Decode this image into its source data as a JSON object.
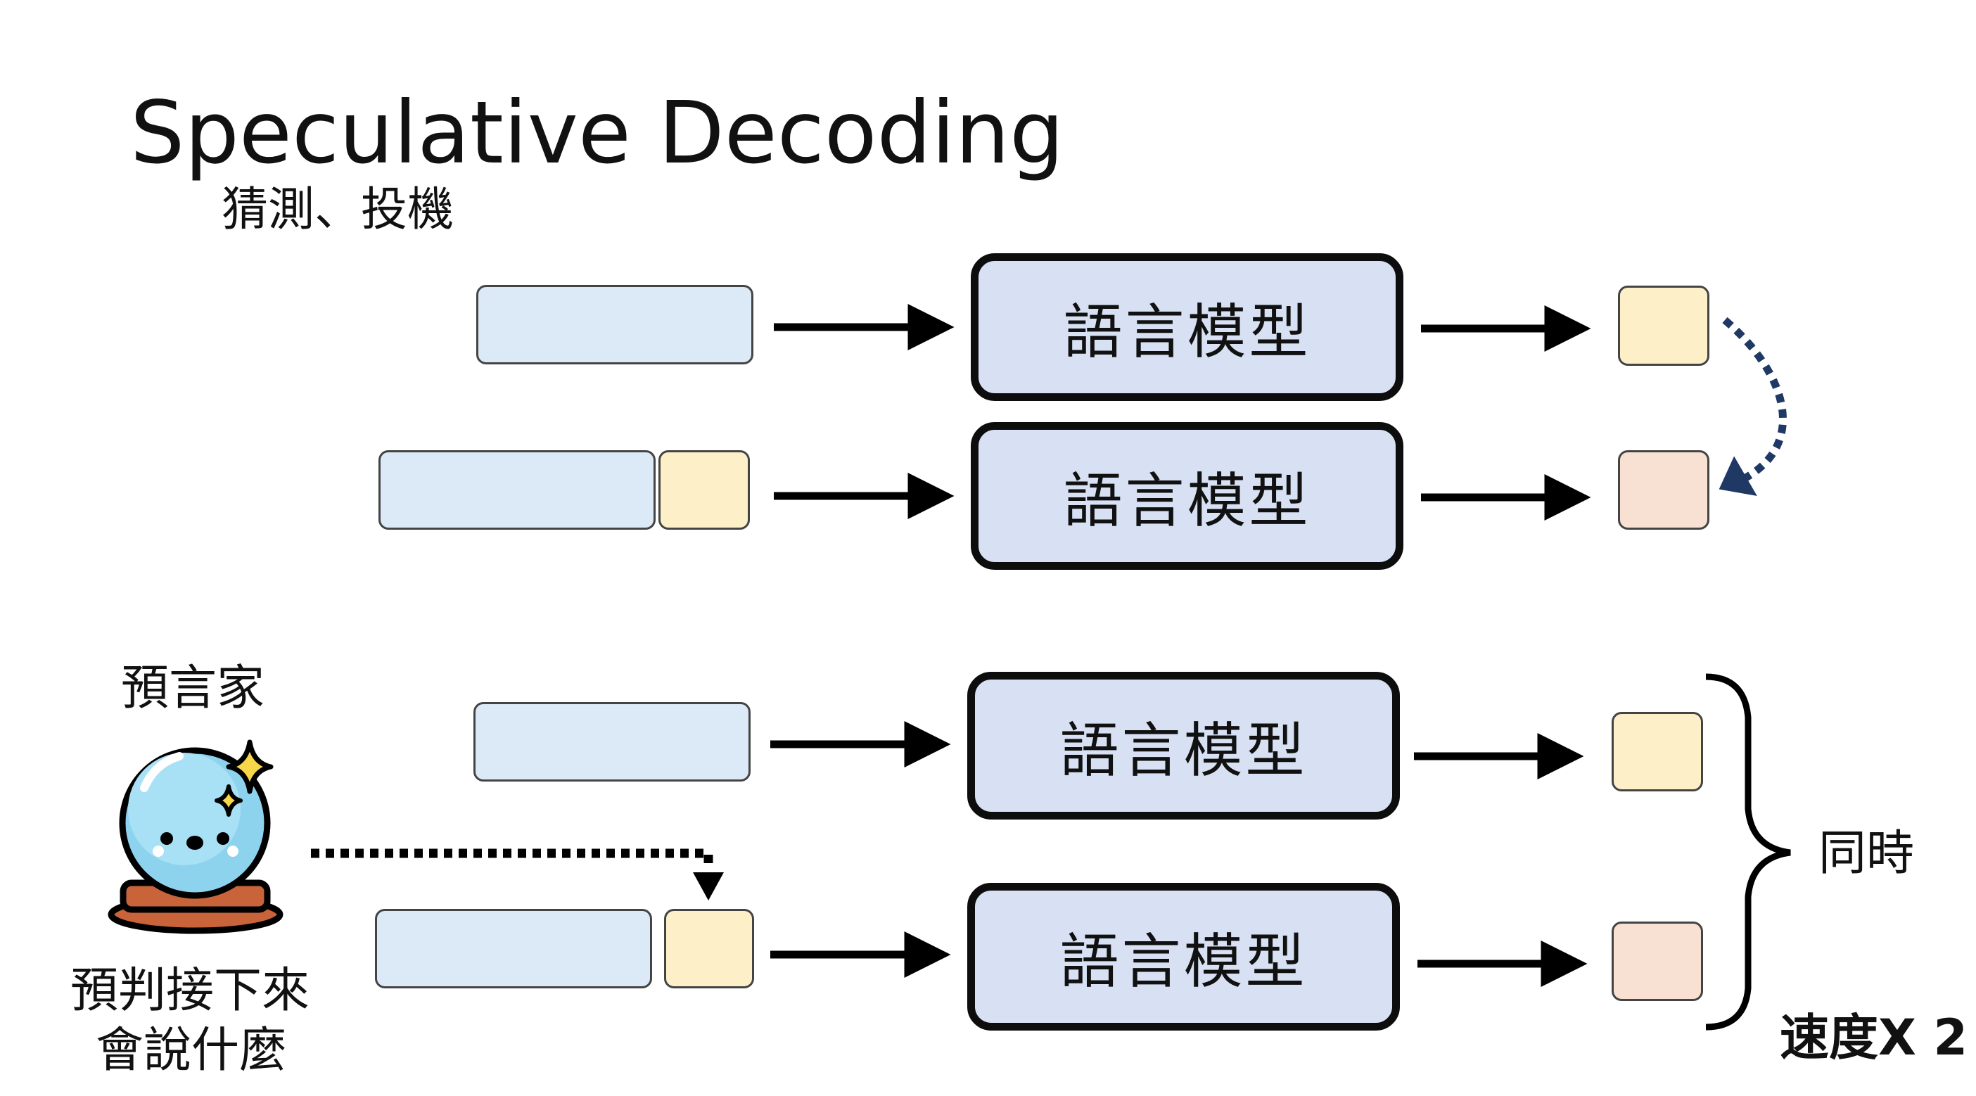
{
  "title": "Speculative Decoding",
  "subtitle": "猜測、投機",
  "model_label": "語言模型",
  "prophet": {
    "name": "預言家",
    "caption_line1": "預判接下來",
    "caption_line2": "會說什麼"
  },
  "simultaneous_label": "同時",
  "speed_label": "速度X 2",
  "colors": {
    "input": "#dce9f6",
    "model": "#d7e1f3",
    "token_first": "#fdf0c9",
    "token_second": "#f8e1d3",
    "curved_arrow": "#1f3864"
  },
  "icons": [
    "crystal-ball-icon",
    "sparkle-icon"
  ]
}
